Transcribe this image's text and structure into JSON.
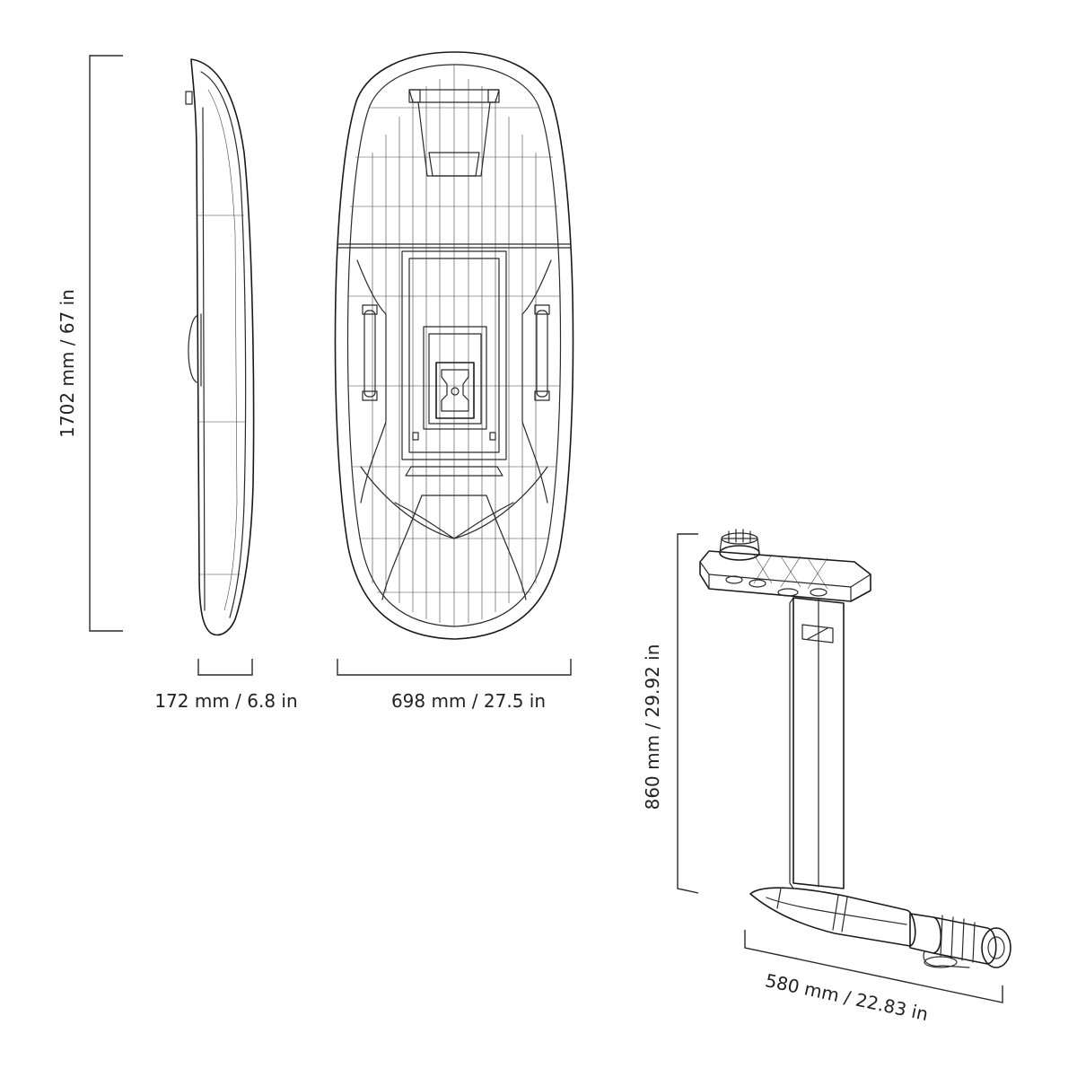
{
  "dimensions": {
    "board_length": "1702 mm / 67 in",
    "board_thickness": "172 mm / 6.8 in",
    "board_width": "698 mm / 27.5 in",
    "mast_height": "860 mm / 29.92 in",
    "fuselage_length": "580 mm / 22.83 in"
  },
  "colors": {
    "line": "#2a2a2a",
    "background": "#ffffff"
  }
}
